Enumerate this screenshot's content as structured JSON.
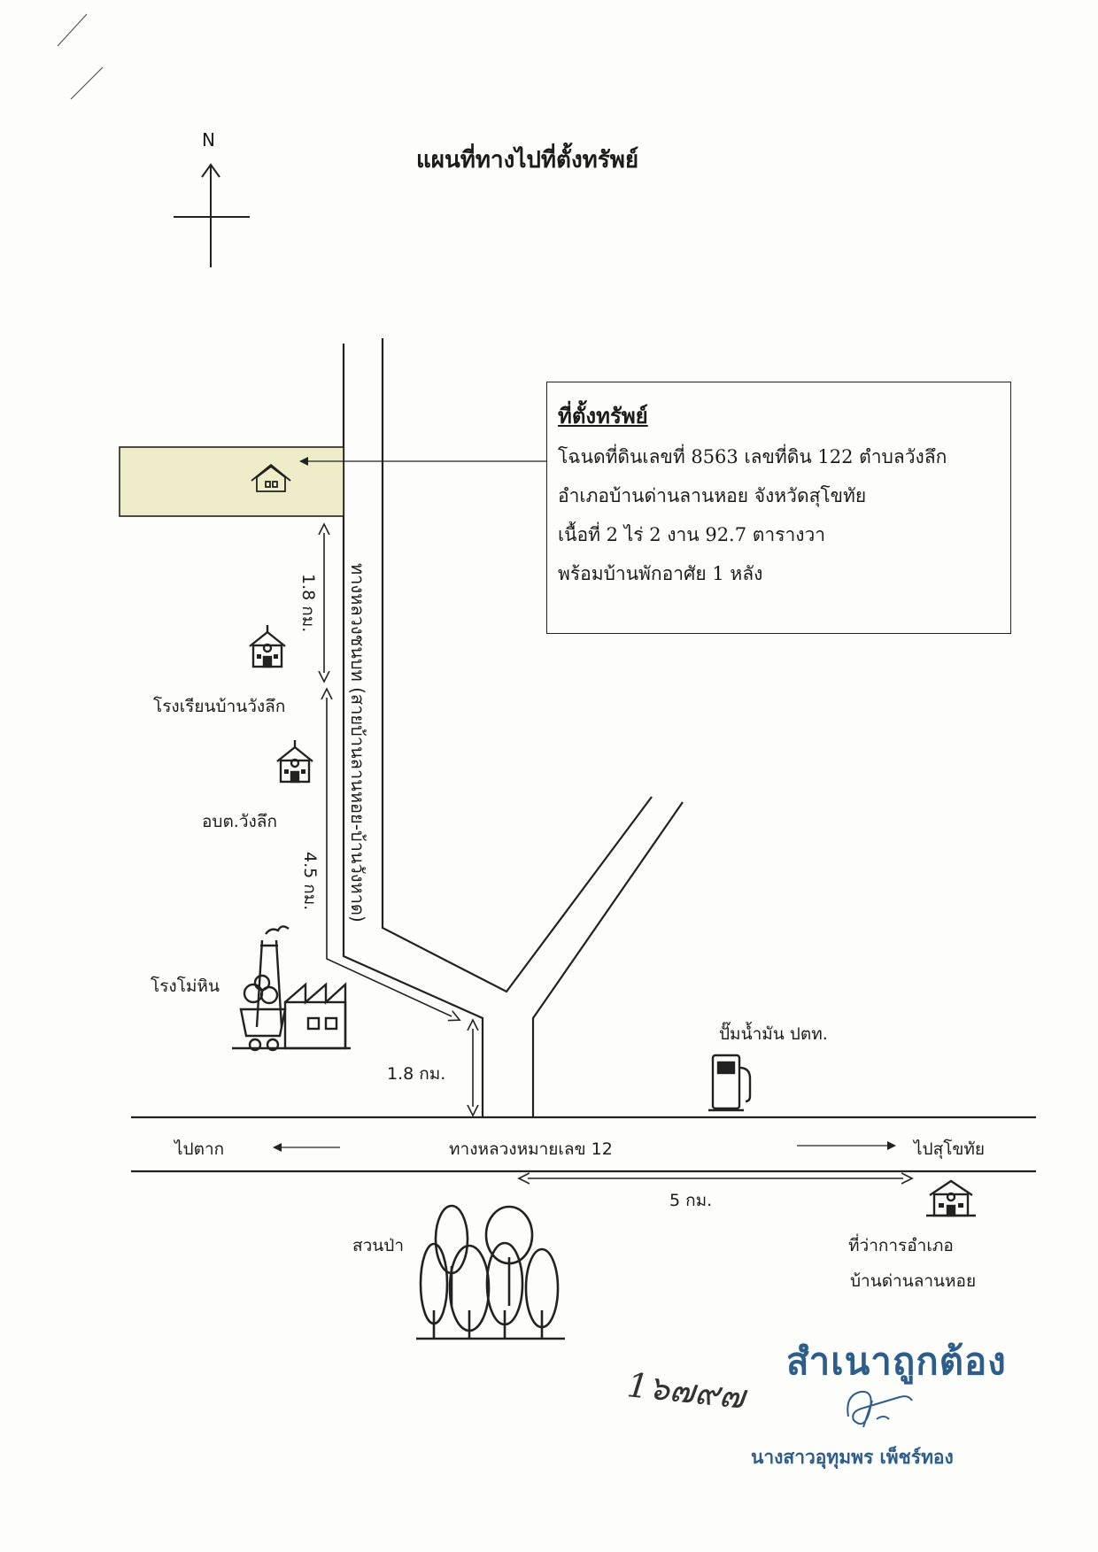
{
  "title": "แผนที่ทางไปที่ตั้งทรัพย์",
  "north_label": "N",
  "property_box": {
    "heading": "ที่ตั้งทรัพย์",
    "lines": [
      "โฉนดที่ดินเลขที่ 8563 เลขที่ดิน 122 ตำบลวังลึก",
      "อำเภอบ้านด่านลานหอย จังหวัดสุโขทัย",
      "เนื้อที่ 2 ไร่ 2 งาน 92.7 ตารางวา",
      "พร้อมบ้านพักอาศัย 1 หลัง"
    ]
  },
  "roads": {
    "side_road": "ทางหลวงชนบท (สายบ้านลานหอย-บ้านวังหาด)",
    "highway": "ทางหลวงหมายเลข 12",
    "to_west": "ไปตาก",
    "to_east": "ไปสุโขทัย"
  },
  "distances": {
    "school_to_property": "1.8 กม.",
    "factory_segment": "4.5 กม.",
    "junction_to_highway": "1.8 กม.",
    "junction_to_district": "5 กม."
  },
  "landmarks": {
    "school": "โรงเรียนบ้านวังลึก",
    "sao": "อบต.วังลึก",
    "factory": "โรงโม่หิน",
    "gas_station": "ปั๊มน้ำมัน ปตท.",
    "forest": "สวนป่า",
    "district_office_line1": "ที่ว่าการอำเภอ",
    "district_office_line2": "บ้านด่านลานหอย"
  },
  "icons": [
    "house-icon",
    "school-icon",
    "sao-office-icon",
    "factory-icon",
    "gas-pump-icon",
    "forest-icon",
    "district-office-icon",
    "north-arrow-icon"
  ],
  "stamp": {
    "certified": "สำเนาถูกต้อง",
    "signer": "นางสาวอุทุมพร เพ็ชร์ทอง",
    "handwritten_number": "1๖๗๙๗"
  },
  "colors": {
    "parcel_fill": "#efedc9",
    "stamp_blue": "#2d5d8a",
    "line": "#222222"
  }
}
